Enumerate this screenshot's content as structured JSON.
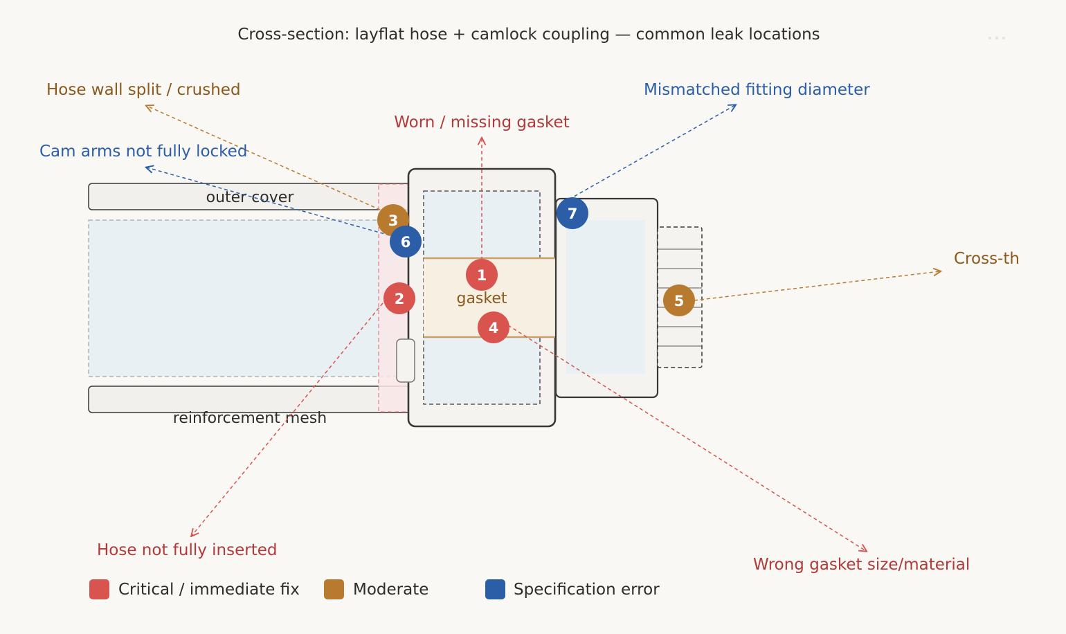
{
  "title": "Cross-section: layflat hose + camlock coupling — common leak locations",
  "components": {
    "outer_cover": "outer cover",
    "reinforcement_mesh": "reinforcement mesh",
    "gasket": "gasket"
  },
  "colors": {
    "critical": "#d9534f",
    "moderate": "#b87a2e",
    "specification": "#2c5ea8",
    "critical_text": "#b03a3a",
    "moderate_text": "#8a5a1e",
    "specification_text": "#2c5ea8"
  },
  "markers": [
    {
      "number": "1",
      "severity": "critical",
      "label": "Worn / missing gasket"
    },
    {
      "number": "2",
      "severity": "critical",
      "label": "Hose not fully inserted"
    },
    {
      "number": "3",
      "severity": "moderate",
      "label": "Hose wall split / crushed"
    },
    {
      "number": "4",
      "severity": "critical",
      "label": "Wrong gasket size/material"
    },
    {
      "number": "5",
      "severity": "moderate",
      "label": "Cross-th"
    },
    {
      "number": "6",
      "severity": "specification",
      "label": "Cam arms not fully locked"
    },
    {
      "number": "7",
      "severity": "specification",
      "label": "Mismatched fitting diameter"
    }
  ],
  "legend": [
    {
      "severity": "critical",
      "label": "Critical / immediate fix"
    },
    {
      "severity": "moderate",
      "label": "Moderate"
    },
    {
      "severity": "specification",
      "label": "Specification error"
    }
  ],
  "menu_icon": "more-horizontal-icon"
}
